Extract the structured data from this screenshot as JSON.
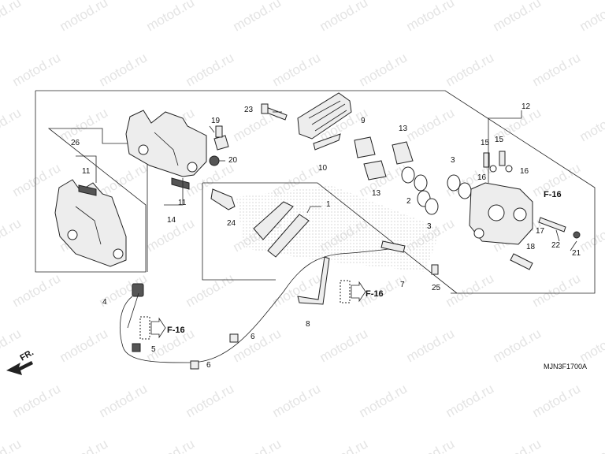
{
  "diagram_code": "MJN3F1700A",
  "direction_label": "FR.",
  "watermark": "motod.ru",
  "ref_labels": [
    "F-16",
    "F-16",
    "F-16"
  ],
  "parts": [
    {
      "id": "p1",
      "num": "1"
    },
    {
      "id": "p2",
      "num": "2"
    },
    {
      "id": "p3a",
      "num": "3"
    },
    {
      "id": "p3b",
      "num": "3"
    },
    {
      "id": "p4",
      "num": "4"
    },
    {
      "id": "p5",
      "num": "5"
    },
    {
      "id": "p6a",
      "num": "6"
    },
    {
      "id": "p6b",
      "num": "6"
    },
    {
      "id": "p7",
      "num": "7"
    },
    {
      "id": "p8",
      "num": "8"
    },
    {
      "id": "p9",
      "num": "9"
    },
    {
      "id": "p10",
      "num": "10"
    },
    {
      "id": "p11a",
      "num": "11"
    },
    {
      "id": "p11b",
      "num": "11"
    },
    {
      "id": "p12",
      "num": "12"
    },
    {
      "id": "p13a",
      "num": "13"
    },
    {
      "id": "p13b",
      "num": "13"
    },
    {
      "id": "p14",
      "num": "14"
    },
    {
      "id": "p15a",
      "num": "15"
    },
    {
      "id": "p15b",
      "num": "15"
    },
    {
      "id": "p16a",
      "num": "16"
    },
    {
      "id": "p16b",
      "num": "16"
    },
    {
      "id": "p17",
      "num": "17"
    },
    {
      "id": "p18",
      "num": "18"
    },
    {
      "id": "p19",
      "num": "19"
    },
    {
      "id": "p20",
      "num": "20"
    },
    {
      "id": "p21",
      "num": "21"
    },
    {
      "id": "p22",
      "num": "22"
    },
    {
      "id": "p23",
      "num": "23"
    },
    {
      "id": "p24",
      "num": "24"
    },
    {
      "id": "p25",
      "num": "25"
    },
    {
      "id": "p26",
      "num": "26"
    }
  ]
}
